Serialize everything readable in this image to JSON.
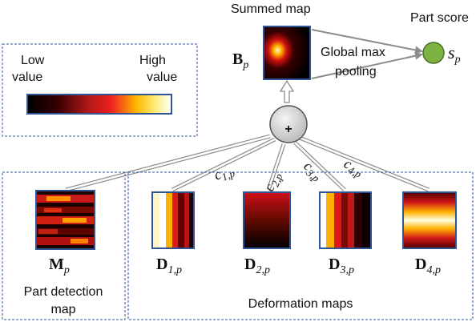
{
  "summed_map": {
    "title": "Summed map",
    "symbol": "B",
    "subscript": "p"
  },
  "pooling": {
    "line1": "Global max",
    "line2": "pooling"
  },
  "part_score": {
    "title": "Part score",
    "symbol": "s",
    "subscript": "p",
    "color": "#7cb342"
  },
  "legend": {
    "low_line1": "Low",
    "low_line2": "value",
    "high_line1": "High",
    "high_line2": "value"
  },
  "sum_symbol": "+",
  "weights": [
    {
      "letter": "c",
      "sub": "1,p"
    },
    {
      "letter": "c",
      "sub": "2,p"
    },
    {
      "letter": "c",
      "sub": "3,p"
    },
    {
      "letter": "c",
      "sub": "4,p"
    }
  ],
  "detection": {
    "symbol": "M",
    "subscript": "p",
    "caption_line1": "Part detection",
    "caption_line2": "map"
  },
  "deformation_maps": [
    {
      "symbol": "D",
      "subscript": "1,p"
    },
    {
      "symbol": "D",
      "subscript": "2,p"
    },
    {
      "symbol": "D",
      "subscript": "3,p"
    },
    {
      "symbol": "D",
      "subscript": "4,p"
    }
  ],
  "deformation_caption": "Deformation maps",
  "colors": {
    "frame": "#2f5597",
    "arrow": "#8c8c8c",
    "dashed": "#2f5597"
  }
}
